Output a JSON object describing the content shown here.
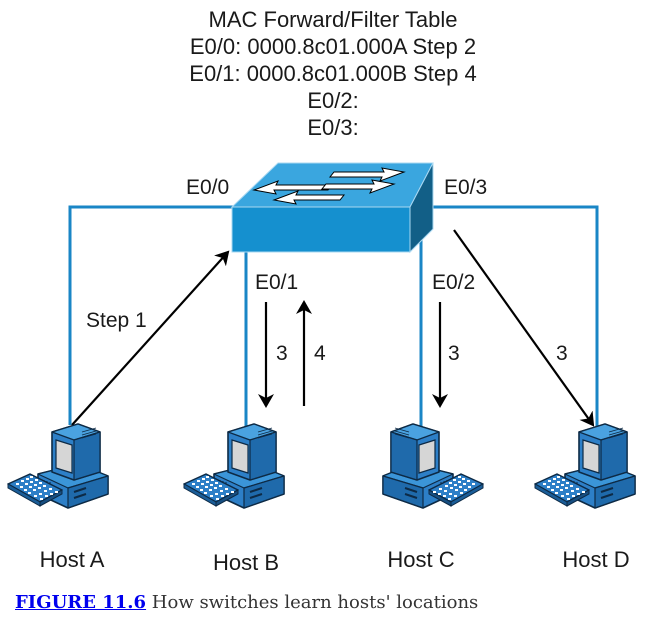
{
  "table": {
    "title": "MAC Forward/Filter Table",
    "rows": [
      "E0/0: 0000.8c01.000A Step 2",
      "E0/1: 0000.8c01.000B Step 4",
      "E0/2:",
      "E0/3:"
    ]
  },
  "ports": {
    "e00": "E0/0",
    "e01": "E0/1",
    "e02": "E0/2",
    "e03": "E0/3"
  },
  "steps": {
    "step1": "Step 1",
    "e01_down": "3",
    "e01_up": "4",
    "e02_down": "3",
    "e03_down": "3"
  },
  "hosts": [
    {
      "label": "Host A"
    },
    {
      "label": "Host B"
    },
    {
      "label": "Host C"
    },
    {
      "label": "Host D"
    }
  ],
  "caption": {
    "figure_link": "FIGURE 11.6",
    "text": " How switches learn hosts' locations"
  },
  "colors": {
    "link_line": "#1a86c6",
    "switch_top": "#3aa6df",
    "switch_front": "#1590cf",
    "switch_side": "#125f87",
    "host_body": "#2d7fc7",
    "caption_link": "#0000ee"
  }
}
